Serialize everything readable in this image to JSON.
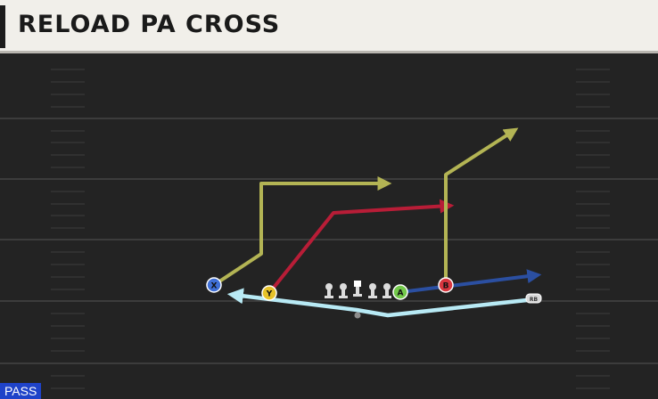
{
  "play": {
    "title": "RELOAD PA CROSS",
    "badge": "PASS"
  },
  "players": {
    "x": "X",
    "y": "Y",
    "a": "A",
    "b": "B",
    "rb": "RB"
  },
  "colors": {
    "field": "#232323",
    "yard_line": "#3c3c3c",
    "route_x_and_b": "#b3b454",
    "route_y": "#b81d37",
    "route_a": "#2b4fa1",
    "route_rb": "#b8eaf5",
    "player_x": "#3f6fd6",
    "player_y": "#e6c22a",
    "player_a": "#72c84a",
    "player_b": "#d8363f",
    "badge": "#1f43c9"
  },
  "icons": {
    "lineman": "lineman-icon",
    "center": "center-icon",
    "quarterback": "quarterback-dot-icon",
    "route_end": "arrow-head-icon"
  }
}
